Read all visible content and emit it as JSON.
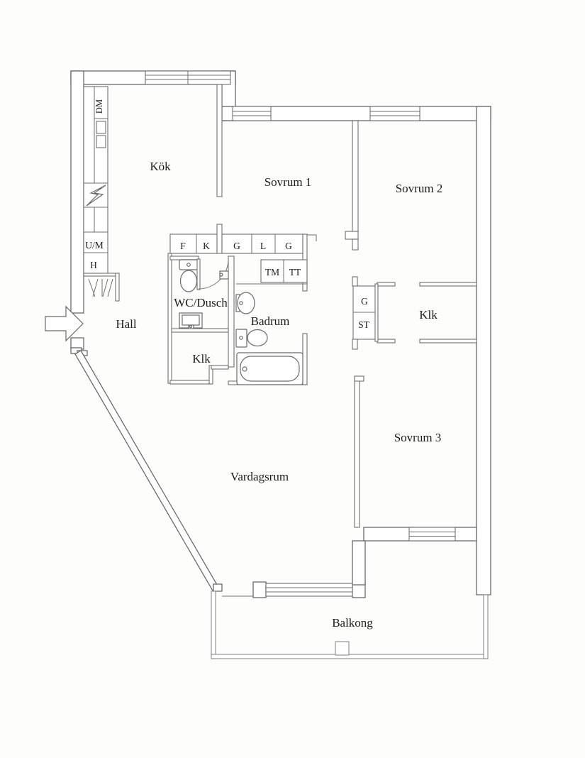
{
  "colors": {
    "background": "#fdfdfc",
    "wall_line": "#6a6a6a",
    "text": "#1c1c1c"
  },
  "plan": {
    "type": "apartment-floor-plan",
    "language": "Swedish",
    "room_labels": [
      {
        "id": "kok",
        "text": "Kök"
      },
      {
        "id": "sovrum-1",
        "text": "Sovrum 1"
      },
      {
        "id": "sovrum-2",
        "text": "Sovrum 2"
      },
      {
        "id": "hall",
        "text": "Hall"
      },
      {
        "id": "wc-dusch",
        "text": "WC/Dusch"
      },
      {
        "id": "badrum",
        "text": "Badrum"
      },
      {
        "id": "klk-center",
        "text": "Klk"
      },
      {
        "id": "klk-right",
        "text": "Klk"
      },
      {
        "id": "sovrum-3",
        "text": "Sovrum 3"
      },
      {
        "id": "vardagsrum",
        "text": "Vardagsrum"
      },
      {
        "id": "balkong",
        "text": "Balkong"
      }
    ],
    "fixture_labels": [
      {
        "id": "dm",
        "text": "DM"
      },
      {
        "id": "um",
        "text": "U/M"
      },
      {
        "id": "h",
        "text": "H"
      },
      {
        "id": "f",
        "text": "F"
      },
      {
        "id": "k",
        "text": "K"
      },
      {
        "id": "g1",
        "text": "G"
      },
      {
        "id": "l",
        "text": "L"
      },
      {
        "id": "g2",
        "text": "G"
      },
      {
        "id": "tm",
        "text": "TM"
      },
      {
        "id": "tt",
        "text": "TT"
      },
      {
        "id": "g3",
        "text": "G"
      },
      {
        "id": "st",
        "text": "ST"
      }
    ]
  }
}
